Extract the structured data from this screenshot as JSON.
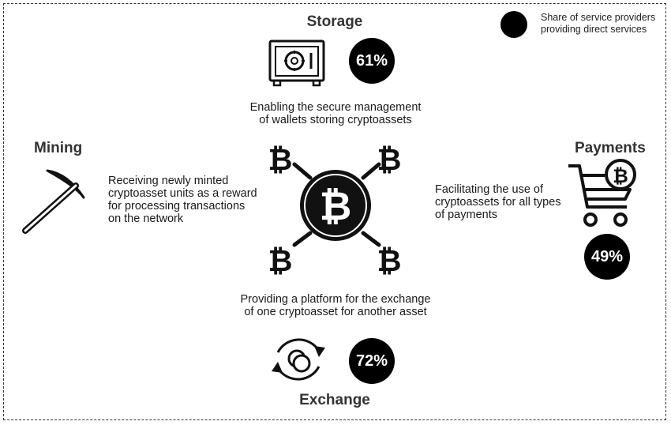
{
  "legend": {
    "text_line1": "Share of service providers",
    "text_line2": "providing direct services"
  },
  "storage": {
    "title": "Storage",
    "share": "61%",
    "desc_line1": "Enabling the secure management",
    "desc_line2": "of wallets storing cryptoassets",
    "icon": "safe-icon"
  },
  "mining": {
    "title": "Mining",
    "desc_line1": "Receiving newly minted",
    "desc_line2": "cryptoasset units as a reward",
    "desc_line3": "for processing transactions",
    "desc_line4": "on the network",
    "icon": "pickaxe-icon"
  },
  "payments": {
    "title": "Payments",
    "share": "49%",
    "desc_line1": "Facilitating the use of",
    "desc_line2": "cryptoassets for all types",
    "desc_line3": "of payments",
    "icon": "shopping-cart-bitcoin-icon"
  },
  "exchange": {
    "title": "Exchange",
    "share": "72%",
    "desc_line1": "Providing a platform for the exchange",
    "desc_line2": "of one cryptoasset for another asset",
    "icon": "coin-exchange-icon"
  },
  "hub": {
    "icon": "bitcoin-network-icon"
  }
}
